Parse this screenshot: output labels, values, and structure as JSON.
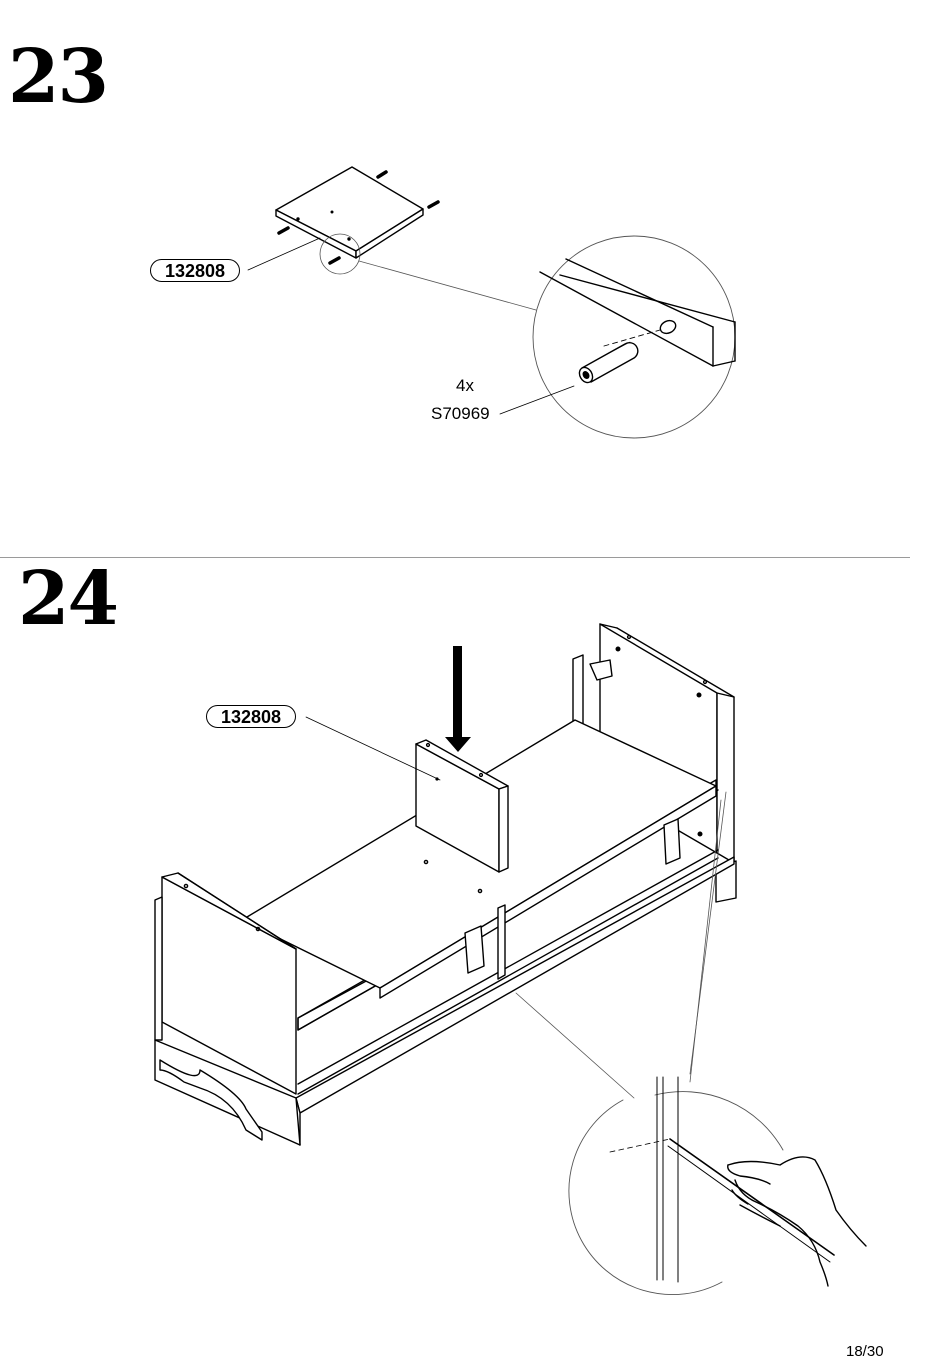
{
  "steps": [
    {
      "number": "23",
      "part_number": "132808",
      "hardware": {
        "quantity": "4x",
        "part_number": "S70969"
      }
    },
    {
      "number": "24",
      "part_number": "132808"
    }
  ],
  "page_number": "18/30"
}
